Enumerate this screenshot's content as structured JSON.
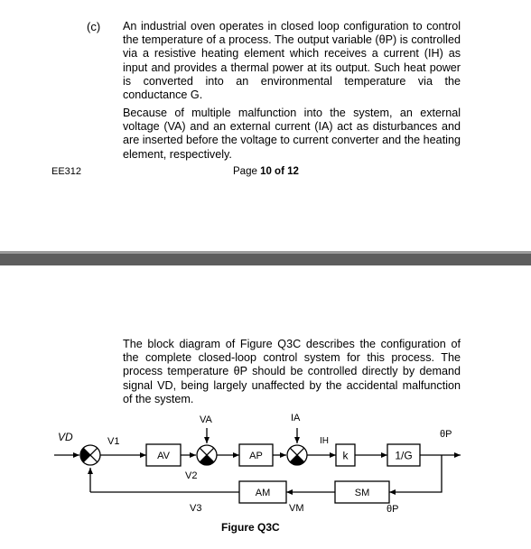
{
  "page": {
    "part_label": "(c)",
    "para1": "An industrial oven operates in closed loop configuration to control the temperature of a process. The output variable (θP) is controlled via a resistive heating element which receives a current (IH) as input and provides a thermal power at its output. Such heat power is converted into an environmental temperature via the conductance G.",
    "para2": "Because of multiple malfunction into the system, an external voltage (VA) and an external current (IA) act as disturbances and are inserted before the voltage to current converter and the heating element, respectively.",
    "course_code": "EE312",
    "page_prefix": "Page ",
    "page_number": "10 of 12",
    "para3": "The block diagram of Figure Q3C describes the configuration of the complete closed-loop control system for this process. The process temperature θP should be controlled directly by demand signal VD, being largely unaffected by the accidental malfunction of the system.",
    "caption": "Figure Q3C"
  },
  "diagram": {
    "vd": "VD",
    "v1": "V1",
    "v2": "V2",
    "v3": "V3",
    "va": "VA",
    "ia": "IA",
    "ih": "IH",
    "vm": "VM",
    "theta_out": "θP",
    "theta_fb": "θP",
    "block_av": "AV",
    "block_ap": "AP",
    "block_k": "k",
    "block_g": "1/G",
    "block_am": "AM",
    "block_sm": "SM"
  }
}
